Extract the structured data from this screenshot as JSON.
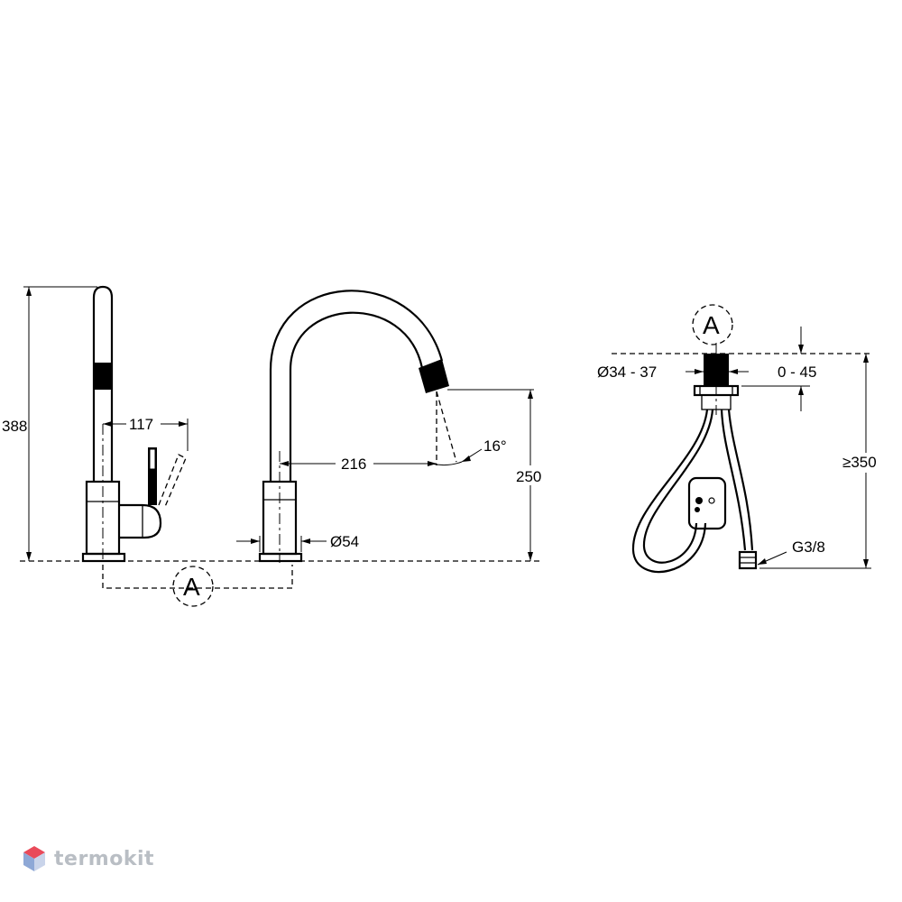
{
  "dimensions": {
    "height_total": "388",
    "handle_offset": "117",
    "spout_reach": "216",
    "spout_angle": "16°",
    "spout_height": "250",
    "base_diameter": "Ø54",
    "hole_diameter": "Ø34 - 37",
    "deck_thickness": "0 - 45",
    "hose_length": "≥350",
    "connection_thread": "G3/8"
  },
  "callouts": {
    "detail_marker": "A"
  },
  "watermark": {
    "brand": "termokit",
    "logo_icon": "cube-logo-icon",
    "colors": {
      "top": "#e94a5a",
      "left": "#8ea8d6",
      "right": "#c9d4ea",
      "text": "#b9bec4"
    }
  }
}
